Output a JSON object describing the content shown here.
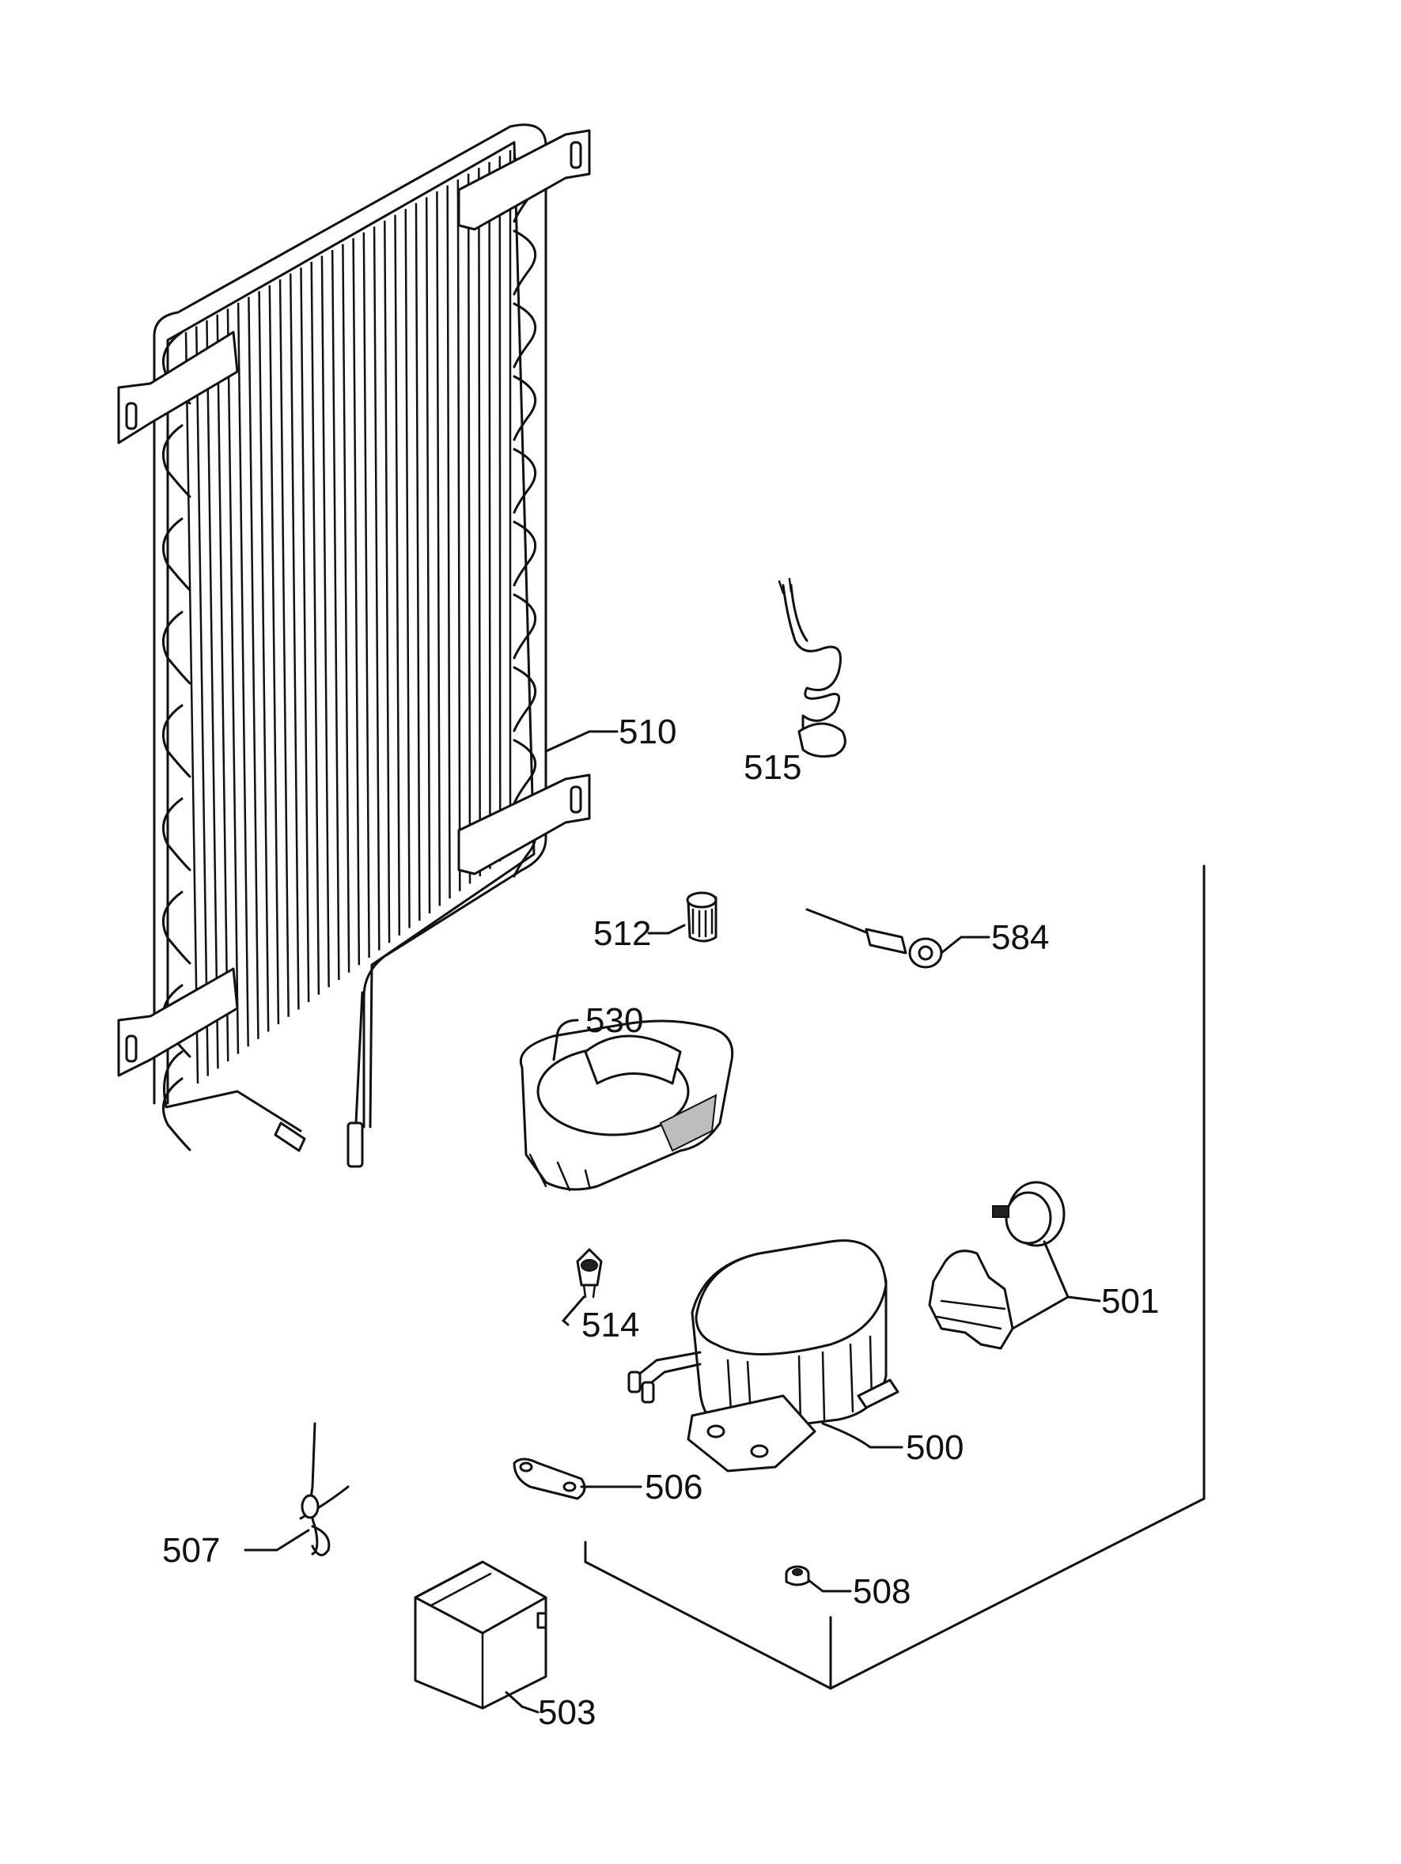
{
  "parts": [
    {
      "id": "510"
    },
    {
      "id": "515"
    },
    {
      "id": "512"
    },
    {
      "id": "584"
    },
    {
      "id": "530"
    },
    {
      "id": "514"
    },
    {
      "id": "501"
    },
    {
      "id": "500"
    },
    {
      "id": "506"
    },
    {
      "id": "507"
    },
    {
      "id": "508"
    },
    {
      "id": "503"
    }
  ],
  "colors": {
    "line": "#111111",
    "background": "#ffffff",
    "shade": "#bdbdbd"
  }
}
